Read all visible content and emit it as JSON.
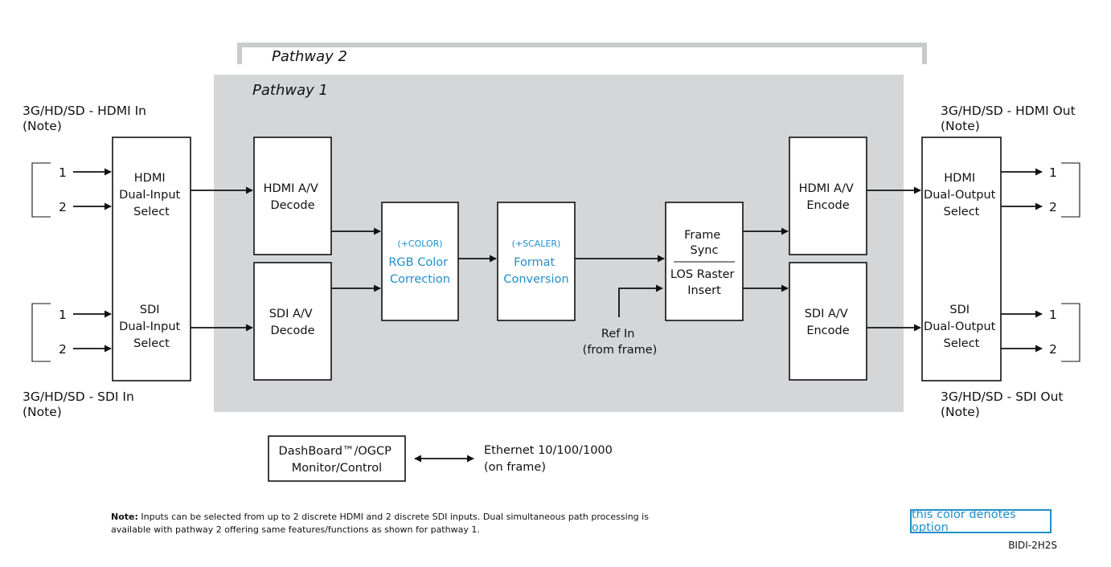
{
  "pathways": {
    "p1": "Pathway 1",
    "p2": "Pathway 2"
  },
  "inputs": {
    "hdmi_label": "3G/HD/SD - HDMI In",
    "hdmi_note": "(Note)",
    "sdi_label": "3G/HD/SD - SDI In",
    "sdi_note": "(Note)"
  },
  "outputs": {
    "hdmi_label": "3G/HD/SD - HDMI Out",
    "hdmi_note": "(Note)",
    "sdi_label": "3G/HD/SD - SDI Out",
    "sdi_note": "(Note)"
  },
  "ports": {
    "one": "1",
    "two": "2"
  },
  "blocks": {
    "hdmi_in_select": [
      "HDMI",
      "Dual-Input",
      "Select"
    ],
    "sdi_in_select": [
      "SDI",
      "Dual-Input",
      "Select"
    ],
    "hdmi_decode": [
      "HDMI A/V",
      "Decode"
    ],
    "sdi_decode": [
      "SDI A/V",
      "Decode"
    ],
    "color": {
      "option": "(+COLOR)",
      "lines": [
        "RGB Color",
        "Correction"
      ]
    },
    "format": {
      "option": "(+SCALER)",
      "lines": [
        "Format",
        "Conversion"
      ]
    },
    "frame_sync": [
      "Frame",
      "Sync"
    ],
    "los_raster": [
      "LOS Raster",
      "Insert"
    ],
    "hdmi_encode": [
      "HDMI A/V",
      "Encode"
    ],
    "sdi_encode": [
      "SDI A/V",
      "Encode"
    ],
    "hdmi_out_select": [
      "HDMI",
      "Dual-Output",
      "Select"
    ],
    "sdi_out_select": [
      "SDI",
      "Dual-Output",
      "Select"
    ]
  },
  "ref_in": [
    "Ref In",
    "(from frame)"
  ],
  "control": {
    "box": [
      "DashBoard™/OGCP",
      "Monitor/Control"
    ],
    "ethernet": [
      "Ethernet 10/100/1000",
      "(on frame)"
    ]
  },
  "note": {
    "label": "Note:",
    "text": "Inputs can be selected from up to 2 discrete HDMI and 2 discrete SDI inputs. Dual simultaneous path processing is available with pathway 2 offering same features/functions as shown for pathway 1."
  },
  "legend": "this color denotes option",
  "figure_id": "BIDI-2H2S",
  "colors": {
    "option": "#1f8fc9",
    "pathway_bg": "#d5d6d8",
    "pathway2_bracket": "#c9cacc"
  }
}
